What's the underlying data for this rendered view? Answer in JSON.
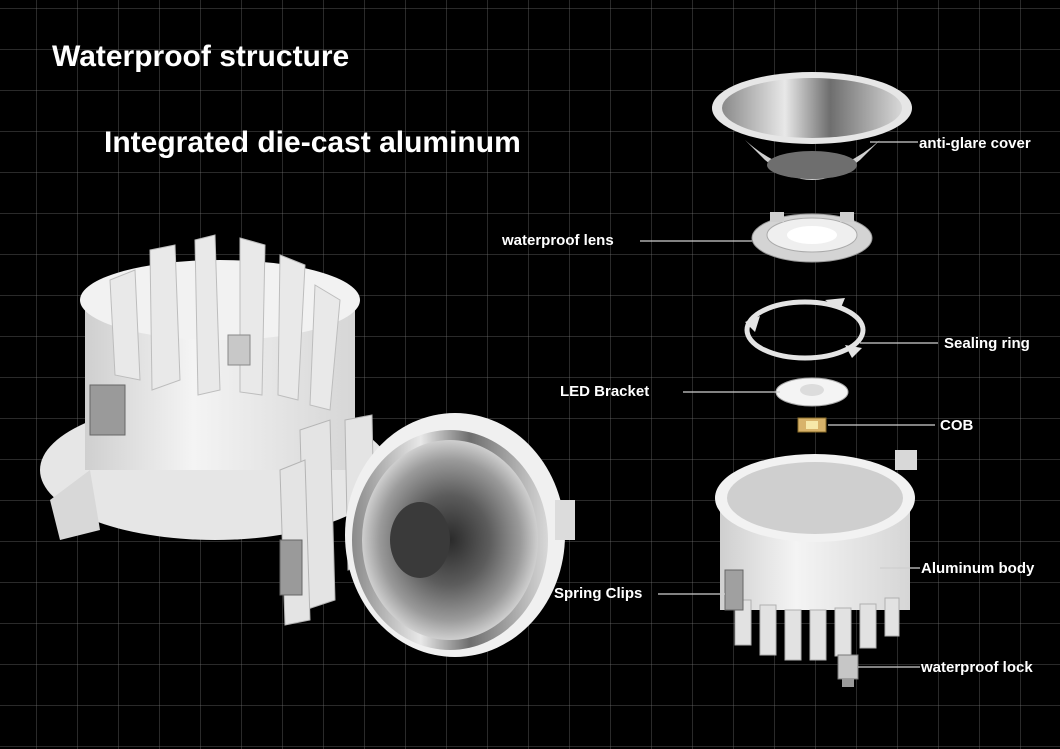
{
  "titles": {
    "main": "Waterproof structure",
    "sub": "Integrated die-cast aluminum"
  },
  "labels": {
    "anti_glare_cover": "anti-glare cover",
    "waterproof_lens": "waterproof lens",
    "sealing_ring": "Sealing ring",
    "led_bracket": "LED Bracket",
    "cob": "COB",
    "aluminum_body": "Aluminum body",
    "spring_clips": "Spring Clips",
    "waterproof_lock": "waterproof lock"
  },
  "colors": {
    "background": "#000000",
    "text": "#ffffff",
    "grid": "#787878",
    "leader_line": "#cfcfcf"
  }
}
